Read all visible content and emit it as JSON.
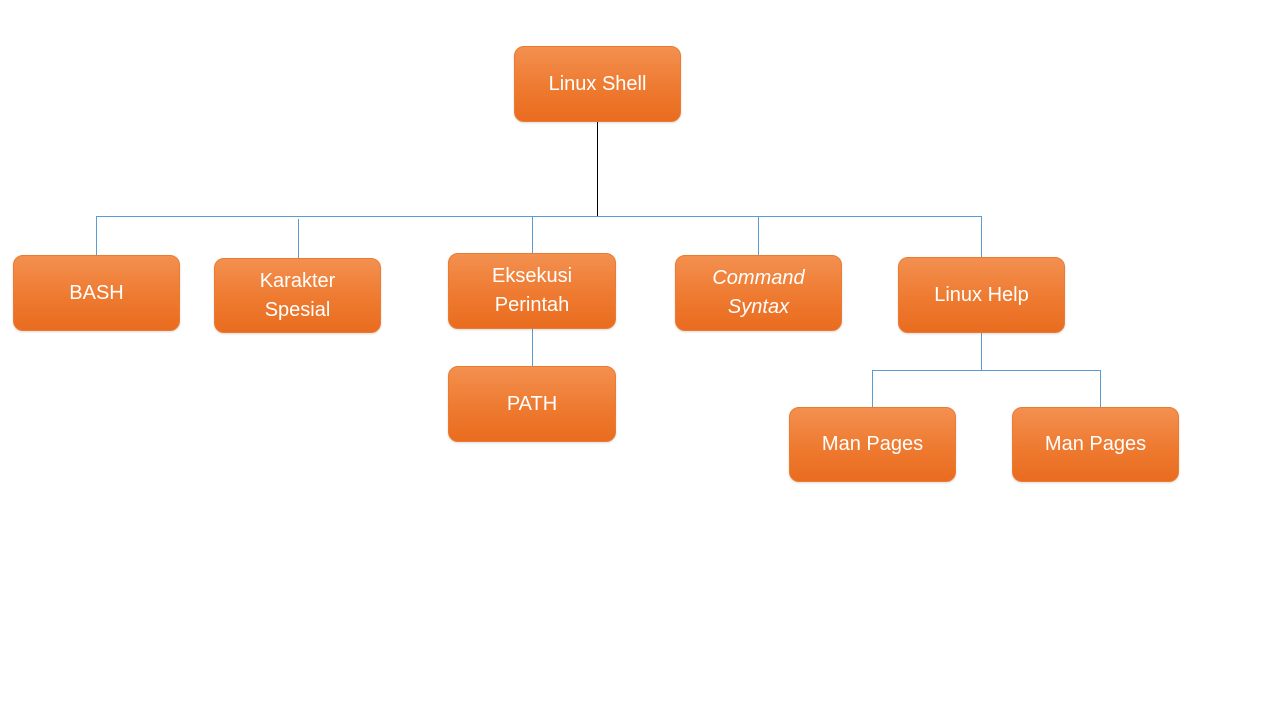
{
  "diagram": {
    "root": {
      "label": "Linux Shell"
    },
    "children": [
      {
        "label_lines": [
          "BASH"
        ]
      },
      {
        "label_lines": [
          "Karakter",
          "Spesial"
        ]
      },
      {
        "label_lines": [
          "Eksekusi",
          "Perintah"
        ]
      },
      {
        "label_lines": [
          "Command",
          "Syntax"
        ],
        "italic": true
      },
      {
        "label_lines": [
          "Linux Help"
        ]
      }
    ],
    "eksekusi_children": [
      {
        "label": "PATH"
      }
    ],
    "linux_help_children": [
      {
        "label": "Man Pages"
      },
      {
        "label": "Man Pages"
      }
    ]
  },
  "colors": {
    "node_fill": "#ee7a30",
    "node_text": "#ffffff",
    "root_connector": "#000000",
    "connector": "#5b9bd5"
  }
}
